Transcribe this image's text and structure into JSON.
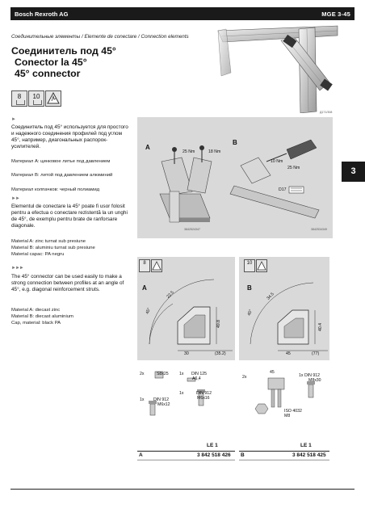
{
  "header": {
    "brand": "Bosch Rexroth AG",
    "code": "MGE   3-45"
  },
  "breadcrumb": "Соединительные элементы / Elemente de conectare / Connection elements",
  "title": {
    "line1": "Соединитель под 45°",
    "line2": "Conector la 45°",
    "line3": "45° connector"
  },
  "tools": {
    "hex_a": "8",
    "hex_b": "10",
    "esd_caption": "ESD"
  },
  "photo_code": "Д171/308",
  "section_tab": "3",
  "ru": {
    "marker": "►",
    "text": "Соединитель под 45° используется для простого и надежного соединения профилей под углом 45°, например, диагональных распорок-усилителей.",
    "mat_a": "Материал A: цинковое литье под давлением",
    "mat_b": "Материал B: литой под давлением алюминий",
    "cap": "Материал колпачков: черный полиамид"
  },
  "ro": {
    "marker": "►►",
    "text": "Elementul de conectare la 45° poate fi usor folosit pentru a efectua o conectare rezistentă la un unghi de 45°, de exemplu pentru brate de ranforsare diagonale.",
    "mat_a": "Material A: zinc turnat sub presiune",
    "mat_b": "Material B:  aluminiu turnat sub presiune",
    "cap": "Material capac: PA negru"
  },
  "en": {
    "marker": "►►►",
    "text": "The 45° connector can be used easily to make a strong connection between profiles at an angle of 45°, e.g. diagonal reinforcement struts.",
    "mat_a": "Material A: diecast zinc",
    "mat_b": "Material B: diecast aluminium",
    "cap": "Cap, material: black PA"
  },
  "assembly": {
    "label_a": "A",
    "label_b": "B",
    "torque_a1": "25 Nm",
    "torque_a2": "18 Nm",
    "torque_b1": "10 Nm",
    "torque_b2": "25 Nm",
    "d_label": "D17",
    "code_a": "3842524347",
    "code_b": "3842534349"
  },
  "drawings": {
    "a": {
      "label": "A",
      "tool": "8",
      "angle": "45°",
      "d1": "22.5",
      "d2": "49.8",
      "w1": "30",
      "w2": "(35.2)",
      "code": "3842518426"
    },
    "b": {
      "label": "B",
      "tool": "10",
      "angle": "45°",
      "d1": "34.5",
      "d2": "40.4",
      "w1": "45",
      "w2": "(77)",
      "code": "3842518425"
    }
  },
  "parts": {
    "a": [
      {
        "qty": "2x",
        "text": "S8x25"
      },
      {
        "qty": "1x",
        "text": "DIN 125",
        "sub": "A6,4"
      },
      {
        "qty": "1x",
        "text": "DIN 912",
        "sub": "M6x12"
      },
      {
        "qty": "1x",
        "text": "DIN 912",
        "sub": "M6x16"
      }
    ],
    "b": [
      {
        "qty": "2x",
        "text": ""
      },
      {
        "qty": "",
        "text": "45"
      },
      {
        "qty": "1x",
        "text": "DIN 912",
        "sub": "M8x30"
      },
      {
        "qty": "",
        "text": "ISO 4032",
        "sub": "M8"
      }
    ]
  },
  "order": {
    "col_header": "LE 1",
    "row_a_label": "A",
    "row_a_value": "3 842 518 426",
    "row_b_label": "B",
    "row_b_value": "3 842 518 425"
  }
}
